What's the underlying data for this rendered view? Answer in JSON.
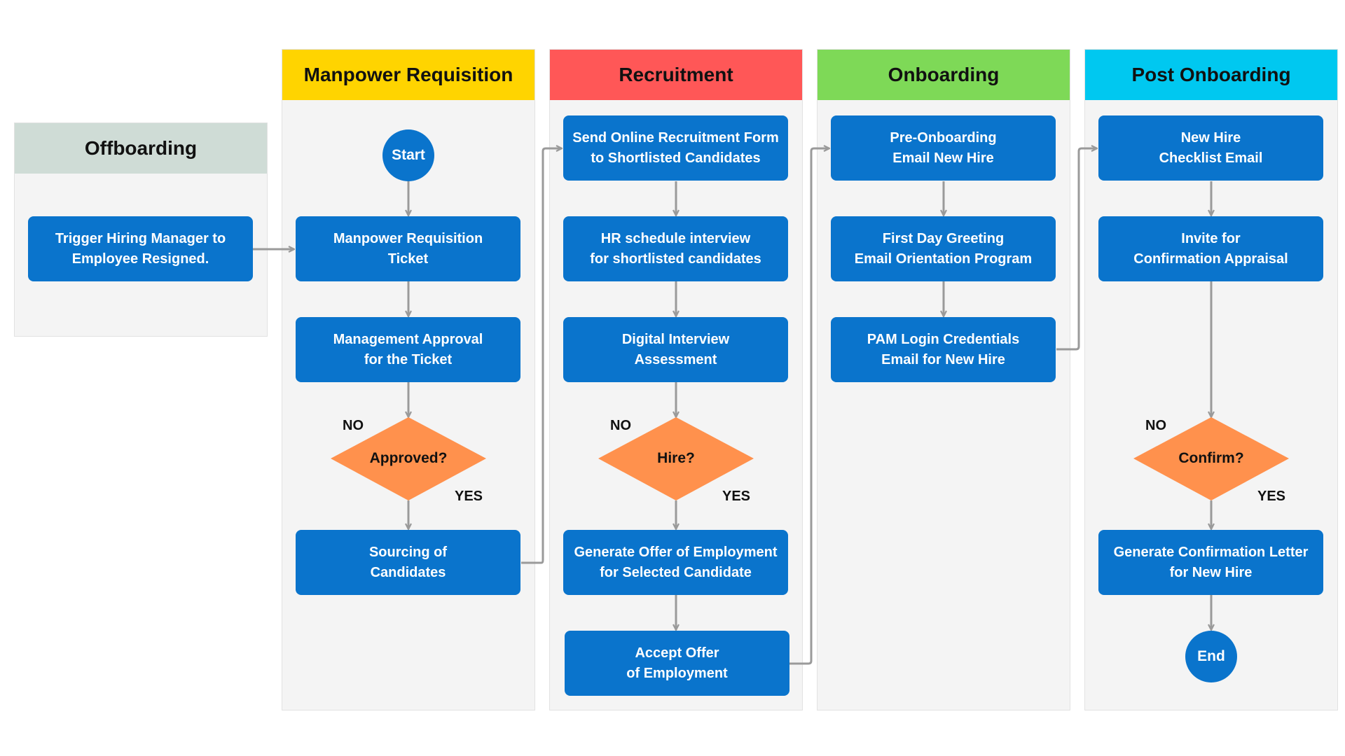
{
  "lanes": {
    "offboarding": {
      "title": "Offboarding",
      "color": "#cfdcd6"
    },
    "manpower": {
      "title": "Manpower Requisition",
      "color": "#ffd400"
    },
    "recruitment": {
      "title": "Recruitment",
      "color": "#ff5757"
    },
    "onboarding": {
      "title": "Onboarding",
      "color": "#7ed957"
    },
    "post": {
      "title": "Post Onboarding",
      "color": "#00c8f0"
    }
  },
  "nodes": {
    "trigger": {
      "line1": "Trigger Hiring Manager to",
      "line2": "Employee Resigned."
    },
    "start": "Start",
    "ticket": {
      "line1": "Manpower Requisition",
      "line2": "Ticket"
    },
    "mgmt_approval": {
      "line1": "Management Approval",
      "line2": "for the Ticket"
    },
    "approved": "Approved?",
    "sourcing": {
      "line1": "Sourcing of",
      "line2": "Candidates"
    },
    "send_form": {
      "line1": "Send Online Recruitment Form",
      "line2": "to Shortlisted Candidates"
    },
    "hr_schedule": {
      "line1": "HR schedule interview",
      "line2": "for shortlisted candidates"
    },
    "digital_interview": {
      "line1": "Digital Interview",
      "line2": "Assessment"
    },
    "hire": "Hire?",
    "generate_offer": {
      "line1": "Generate Offer of Employment",
      "line2": "for Selected Candidate"
    },
    "accept_offer": {
      "line1": "Accept Offer",
      "line2": "of Employment"
    },
    "pre_onboarding": {
      "line1": "Pre-Onboarding",
      "line2": "Email New Hire"
    },
    "first_day": {
      "line1": "First Day Greeting",
      "line2": "Email Orientation Program"
    },
    "pam_login": {
      "line1": "PAM Login Credentials",
      "line2": "Email for New Hire"
    },
    "new_hire_checklist": {
      "line1": "New Hire",
      "line2": "Checklist Email"
    },
    "invite_confirmation": {
      "line1": "Invite for",
      "line2": "Confirmation Appraisal"
    },
    "confirm": "Confirm?",
    "generate_confirmation": {
      "line1": "Generate Confirmation Letter",
      "line2": "for New Hire"
    },
    "end": "End"
  },
  "labels": {
    "no": "NO",
    "yes": "YES"
  },
  "colors": {
    "box": "#0a74cc",
    "decision": "#ff914d",
    "connector": "#9a9a9a"
  }
}
